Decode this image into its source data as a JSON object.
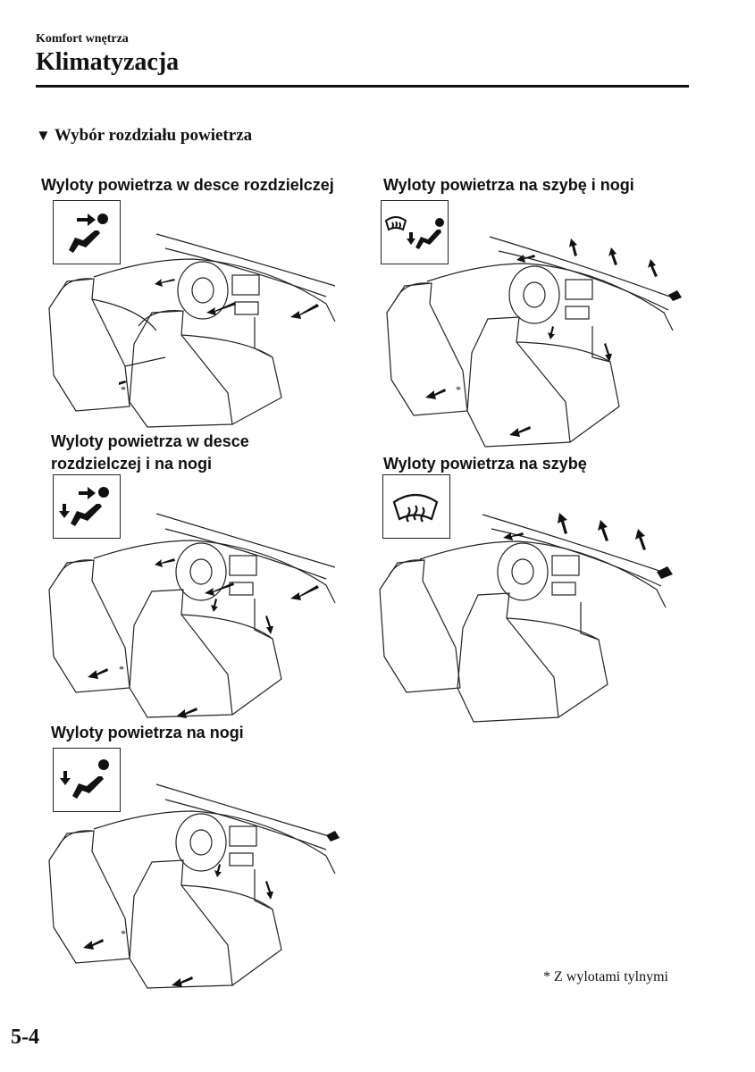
{
  "header": {
    "section": "Komfort wnętrza",
    "title": "Klimatyzacja"
  },
  "subheading": {
    "marker": "▼",
    "text": "Wybór rozdziału powietrza"
  },
  "panels": [
    {
      "caption": [
        "Wyloty powietrza w desce rozdzielczej"
      ],
      "icon": "face-vent-icon",
      "flows": [
        "panel"
      ]
    },
    {
      "caption": [
        "Wyloty powietrza na szybę i nogi"
      ],
      "icon": "defrost-floor-icon",
      "flows": [
        "windshield",
        "floor"
      ]
    },
    {
      "caption": [
        "Wyloty powietrza w desce",
        "rozdzielczej i na nogi"
      ],
      "icon": "bi-level-icon",
      "flows": [
        "panel",
        "floor"
      ]
    },
    {
      "caption": [
        "Wyloty powietrza na szybę"
      ],
      "icon": "defrost-icon",
      "flows": [
        "windshield"
      ]
    },
    {
      "caption": [
        "Wyloty powietrza na nogi"
      ],
      "icon": "floor-vent-icon",
      "flows": [
        "floor"
      ]
    }
  ],
  "rear_marker": "*",
  "footnote": "* Z wylotami tylnymi",
  "page_number": "5-4"
}
